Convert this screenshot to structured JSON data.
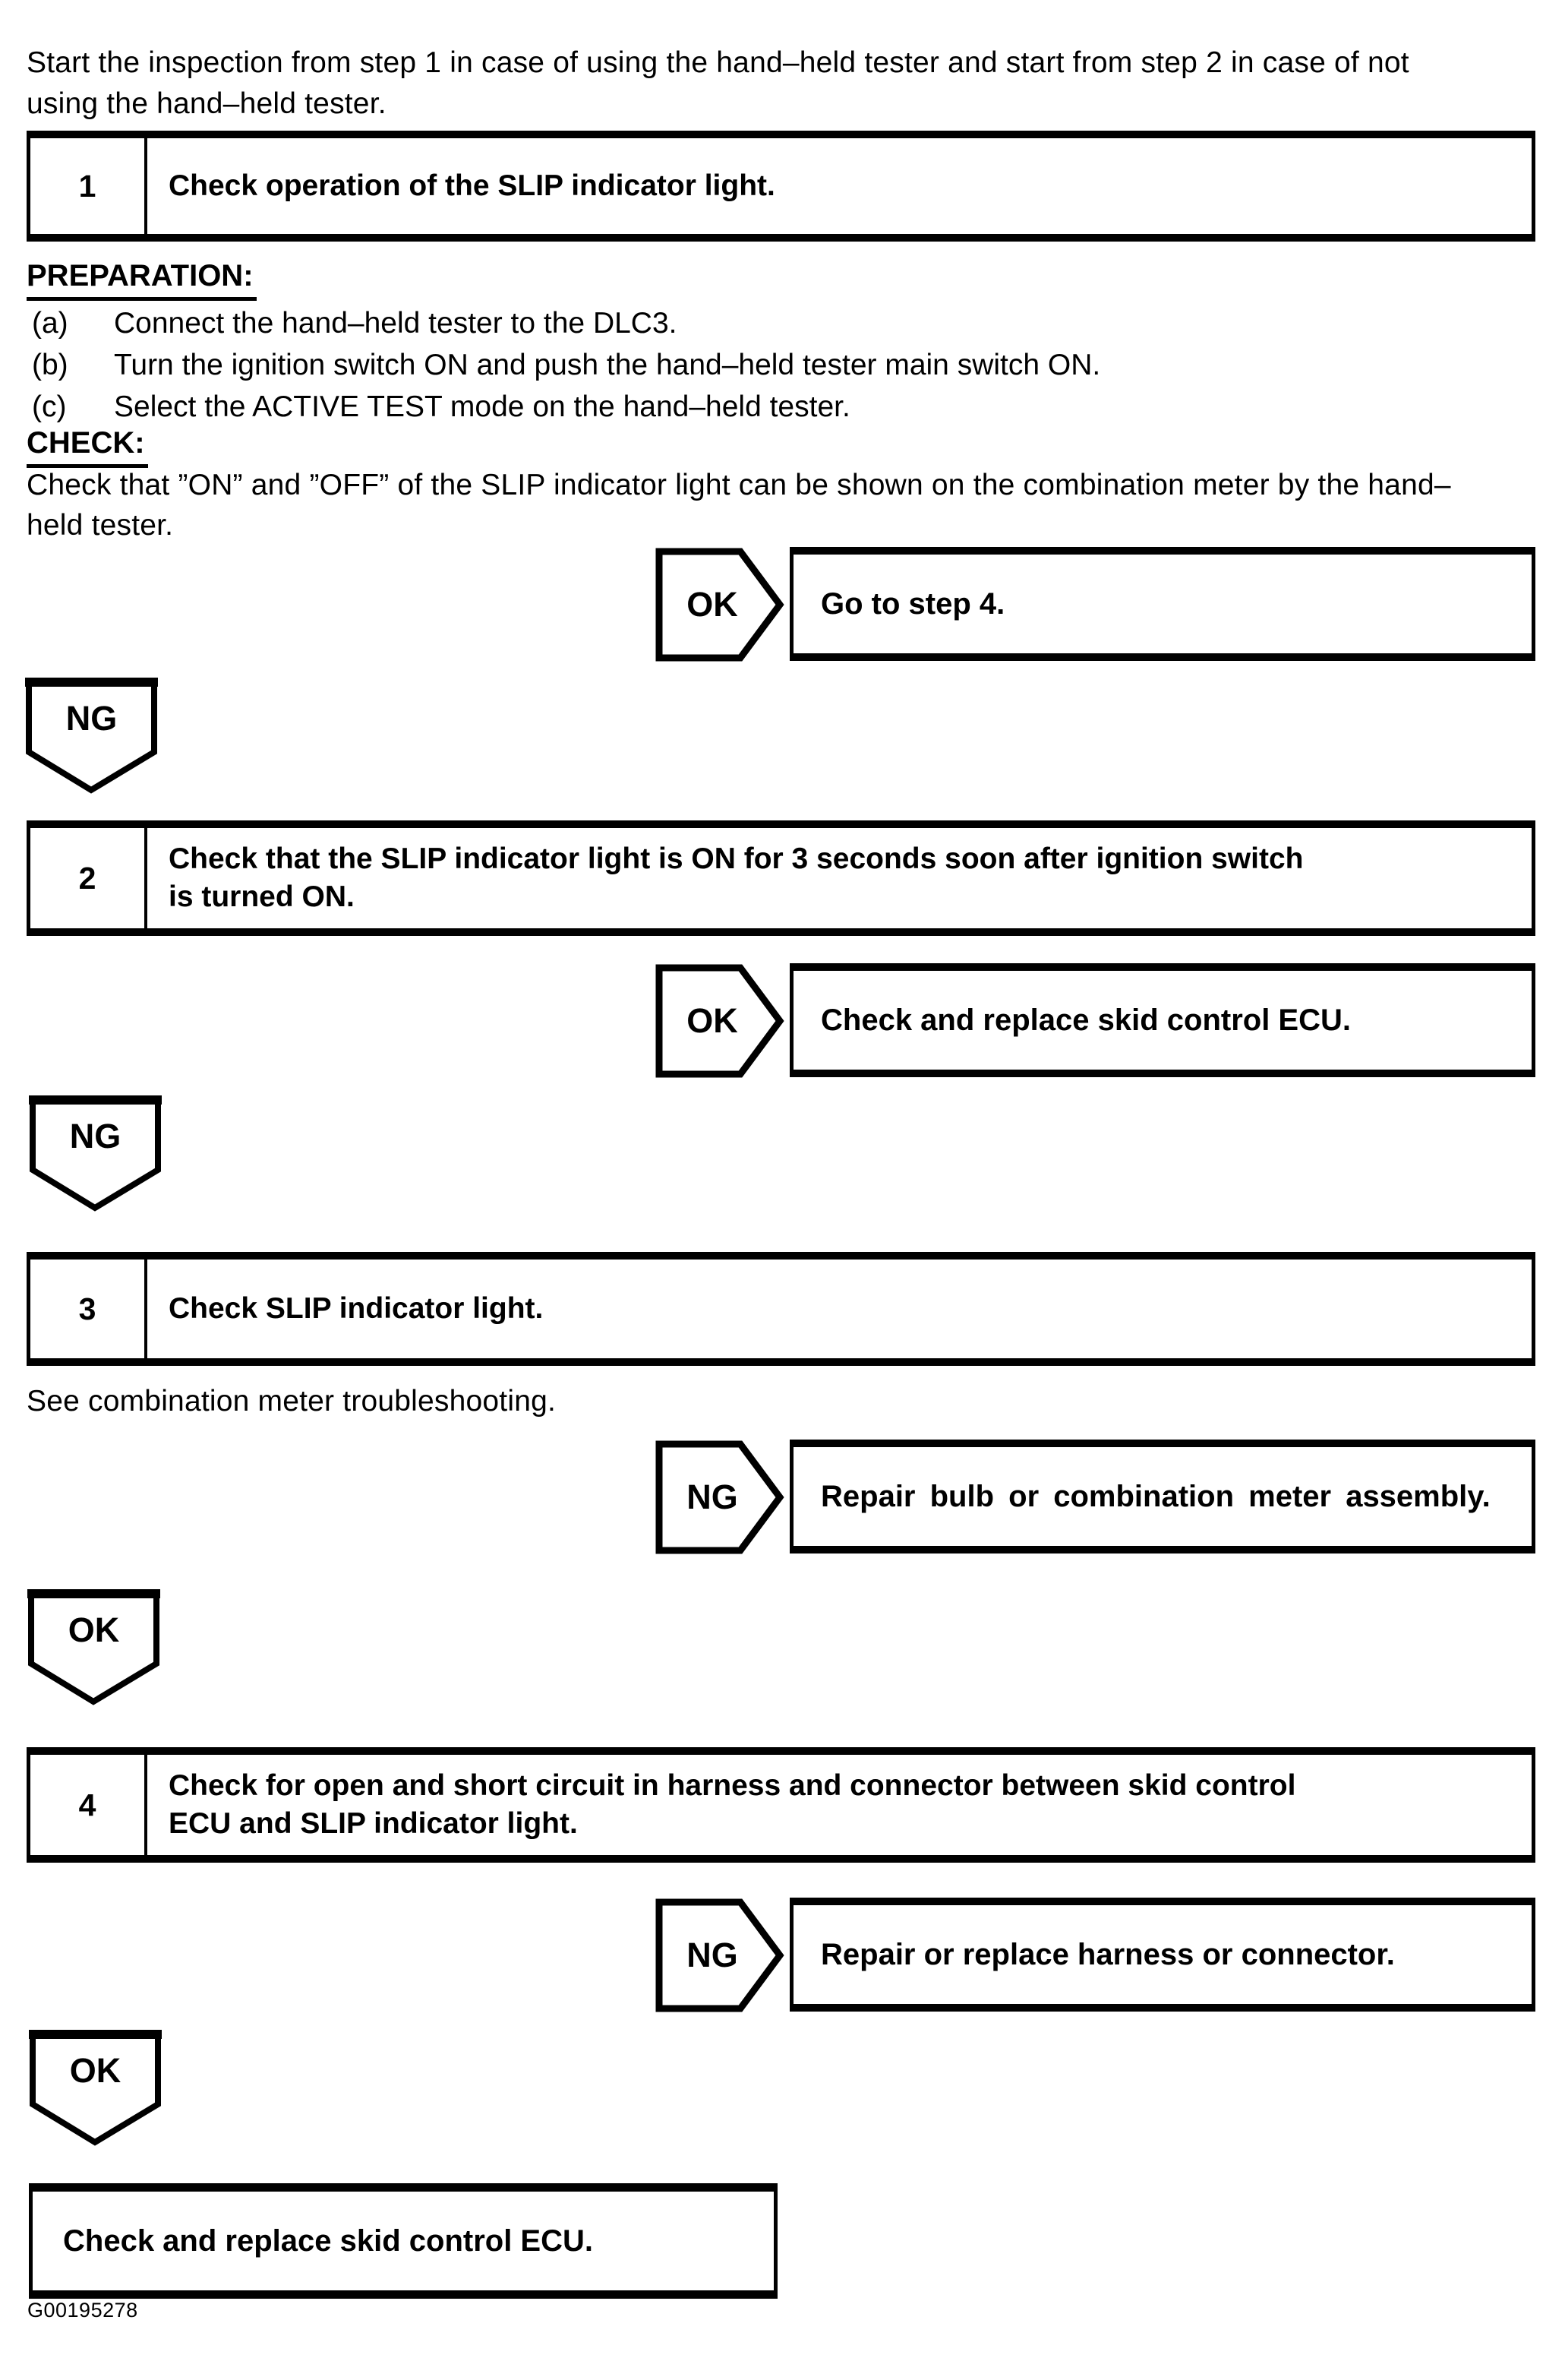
{
  "document": {
    "intro": "Start the inspection from step 1 in case of using the hand–held tester and start from step 2 in case of not\nusing the hand–held tester.",
    "note_after_step3": "See combination meter troubleshooting.",
    "final_action": "Check and replace skid control ECU.",
    "figure_code": "G00195278"
  },
  "steps": [
    {
      "number": "1",
      "title": "Check operation of the SLIP indicator light."
    },
    {
      "number": "2",
      "title": "Check that the SLIP indicator light is ON for 3 seconds soon after ignition switch\nis turned ON."
    },
    {
      "number": "3",
      "title": "Check SLIP indicator light."
    },
    {
      "number": "4",
      "title": "Check for open and short circuit in harness and connector between skid control\nECU and SLIP indicator light."
    }
  ],
  "step1_details": {
    "preparation_label": "PREPARATION:",
    "items": [
      {
        "label": "(a)",
        "text": "Connect the hand–held tester to the DLC3."
      },
      {
        "label": "(b)",
        "text": "Turn the ignition switch ON and push the hand–held tester main switch ON."
      },
      {
        "label": "(c)",
        "text": "Select the ACTIVE TEST mode on the hand–held tester."
      }
    ],
    "check_label": "CHECK:",
    "check_text": "Check that ”ON” and ”OFF” of the SLIP indicator light can be shown on the combination meter by the hand–\nheld tester."
  },
  "branches": [
    {
      "verdict": "OK",
      "action": "Go to step 4."
    },
    {
      "verdict": "OK",
      "action": "Check and replace skid control ECU."
    },
    {
      "verdict": "NG",
      "action": "Repair bulb or combination meter assembly."
    },
    {
      "verdict": "NG",
      "action": "Repair or replace harness or connector."
    }
  ],
  "connectors": [
    {
      "label": "NG"
    },
    {
      "label": "NG"
    },
    {
      "label": "OK"
    },
    {
      "label": "OK"
    }
  ],
  "colors": {
    "ink": "#000000",
    "paper": "#ffffff"
  }
}
